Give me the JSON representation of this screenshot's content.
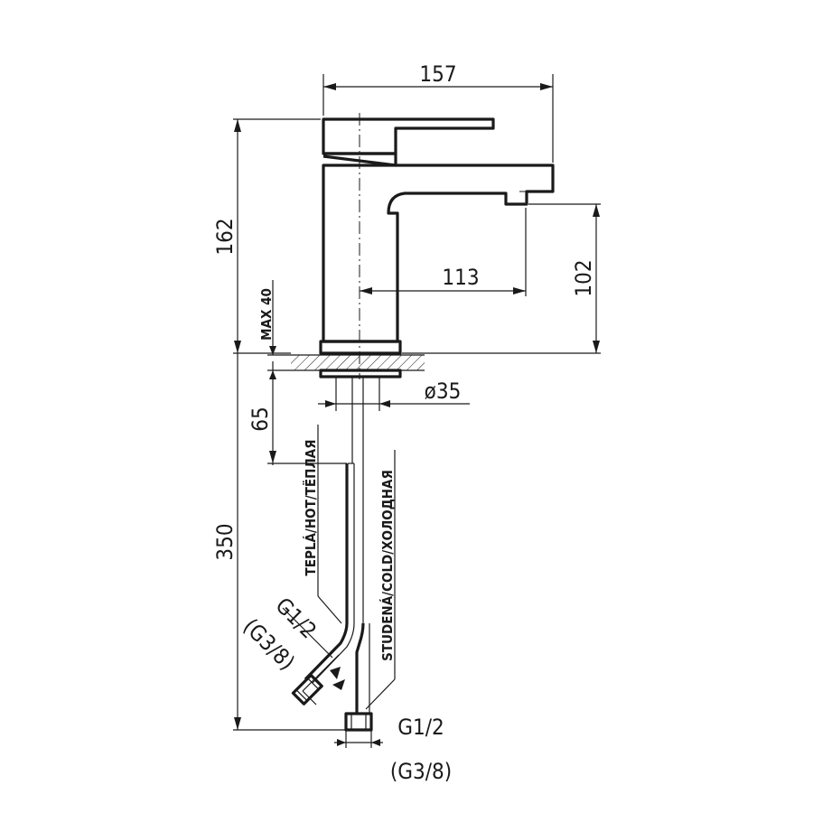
{
  "dimensions": {
    "width_total": "157",
    "height_total": "162",
    "spout_reach": "113",
    "spout_height": "102",
    "max_deck": "MAX  40",
    "shank_length": "65",
    "hose_length": "350",
    "base_diameter": "ø35",
    "thread_hot": "G1/2",
    "thread_hot_alt": "(G3/8)",
    "thread_cold": "G1/2",
    "thread_cold_alt": "(G3/8)"
  },
  "labels": {
    "hot_hose": "TEPLÁ/HOT/ТЁПЛАЯ",
    "cold_hose": "STUDENÁ/COLD/ХОЛОДНАЯ"
  }
}
